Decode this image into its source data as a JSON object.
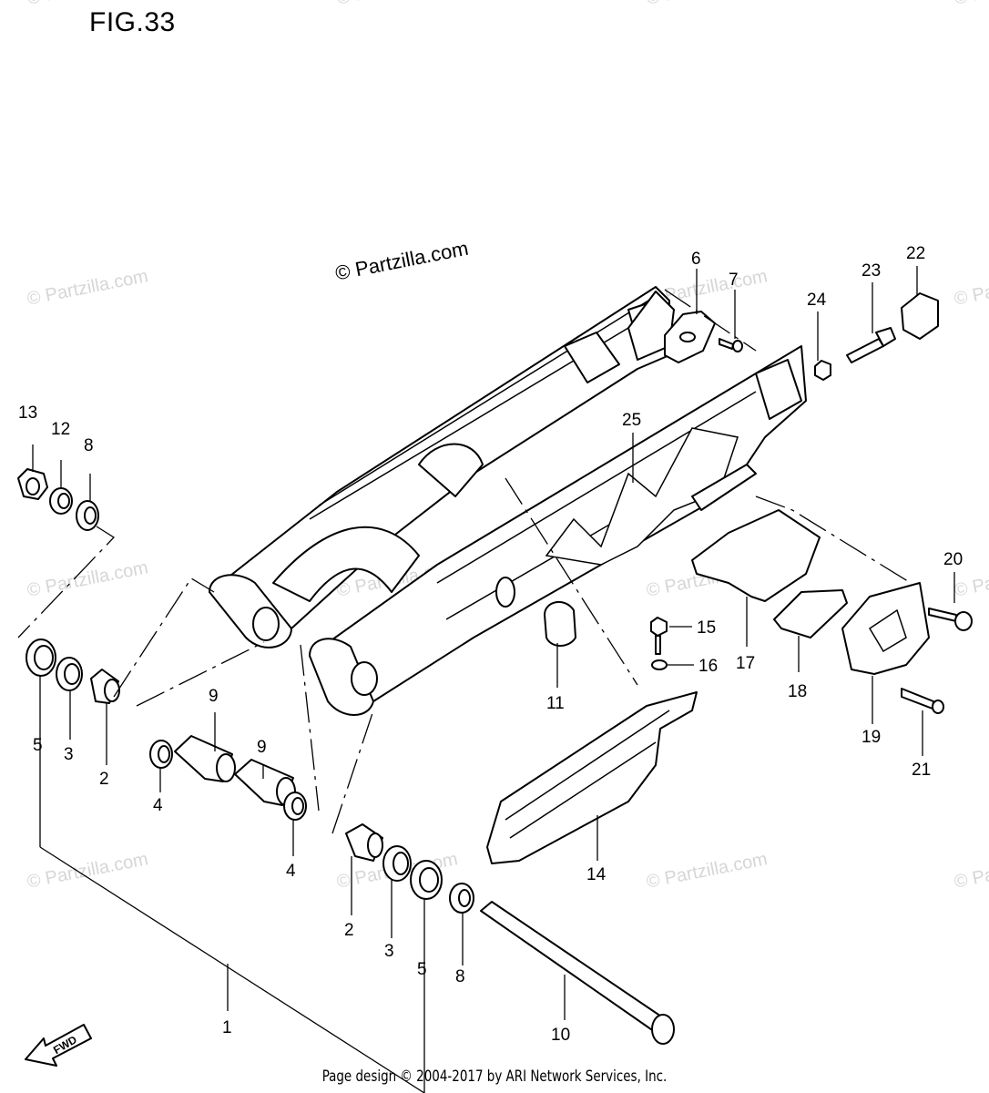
{
  "figure": {
    "title": "FIG.33"
  },
  "watermark": {
    "center": "© Partzilla.com",
    "tile": "© Partzilla.com"
  },
  "footer": {
    "text": "Page design © 2004-2017 by ARI Network Services, Inc."
  },
  "arrow": {
    "label": "FWD",
    "icon": "fwd-arrow-icon"
  },
  "callouts": [
    "1",
    "2",
    "3",
    "4",
    "5",
    "6",
    "7",
    "8",
    "9",
    "10",
    "11",
    "12",
    "13",
    "14",
    "15",
    "16",
    "17",
    "18",
    "19",
    "20",
    "21",
    "22",
    "23",
    "24",
    "25"
  ]
}
